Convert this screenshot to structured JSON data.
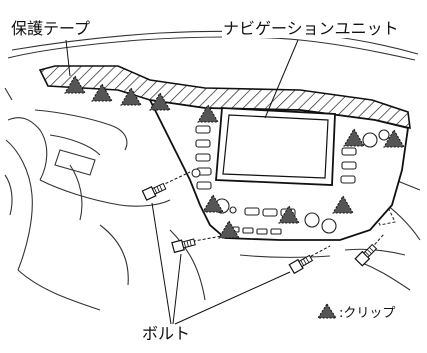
{
  "labels": {
    "protective_tape": "保護テープ",
    "navigation_unit": "ナビゲーションユニット",
    "bolt": "ボルト"
  },
  "legend": {
    "clip_label": ":クリップ",
    "clip_icon": "clip-triangle-icon"
  }
}
